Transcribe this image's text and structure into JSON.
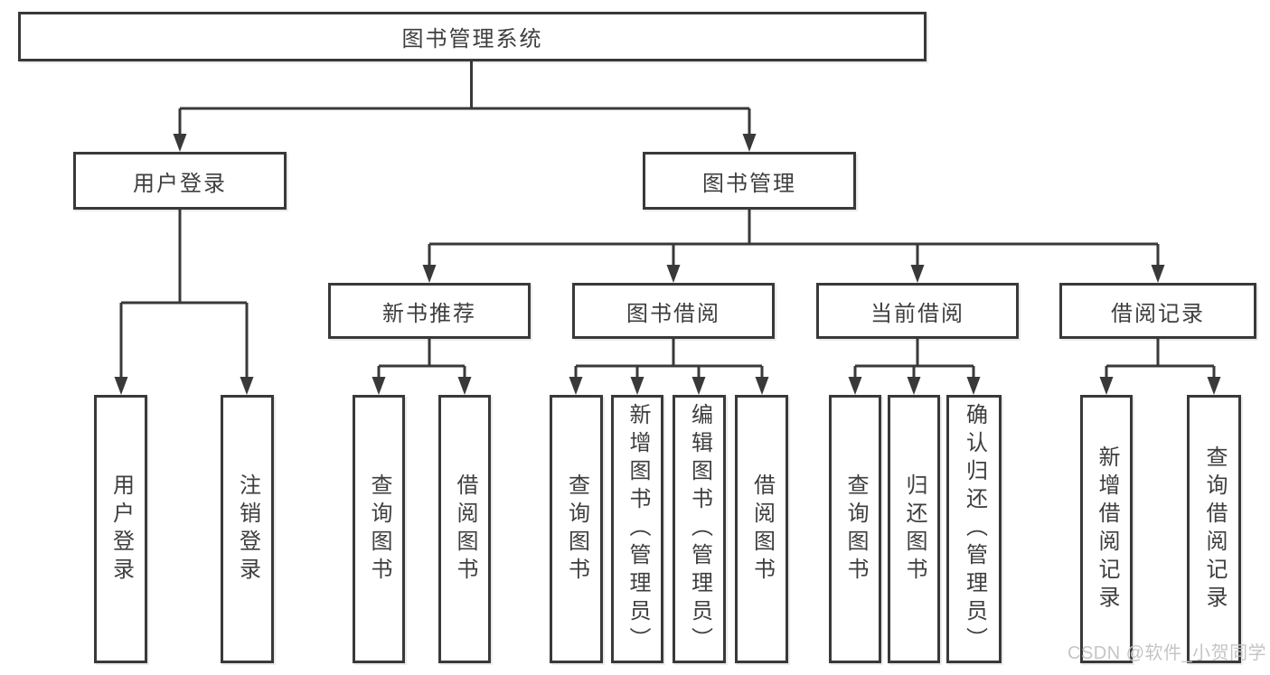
{
  "diagram": {
    "root": {
      "label": "图书管理系统"
    },
    "branches": [
      {
        "label": "用户登录",
        "children": [
          {
            "label": "用户登录"
          },
          {
            "label": "注销登录"
          }
        ]
      },
      {
        "label": "图书管理",
        "groups": [
          {
            "label": "新书推荐",
            "children": [
              {
                "label": "查询图书"
              },
              {
                "label": "借阅图书"
              }
            ]
          },
          {
            "label": "图书借阅",
            "children": [
              {
                "label": "查询图书"
              },
              {
                "label": "新增图书（管理员）"
              },
              {
                "label": "编辑图书（管理员）"
              },
              {
                "label": "借阅图书"
              }
            ]
          },
          {
            "label": "当前借阅",
            "children": [
              {
                "label": "查询图书"
              },
              {
                "label": "归还图书"
              },
              {
                "label": "确认归还（管理员）"
              }
            ]
          },
          {
            "label": "借阅记录",
            "children": [
              {
                "label": "新增借阅记录"
              },
              {
                "label": "查询借阅记录"
              }
            ]
          }
        ]
      }
    ],
    "watermark": "CSDN @软件_小贺同学",
    "colors": {
      "line": "#39393b",
      "text": "#3e3e40",
      "watermark": "#c5c5c5",
      "background": "#ffffff"
    }
  }
}
